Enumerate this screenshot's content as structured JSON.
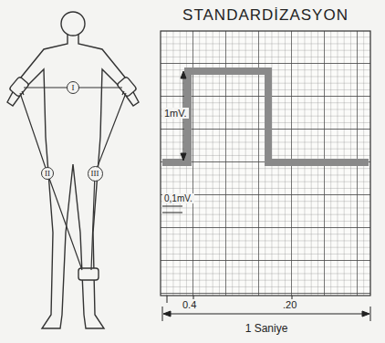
{
  "diagram": {
    "title": "STANDARDİZASYON",
    "nodes": [
      {
        "text": [
          "I"
        ]
      },
      {
        "text": [
          "II"
        ]
      },
      {
        "text": [
          "III"
        ]
      }
    ],
    "labels": [
      "1mV.",
      "0,1mV.",
      "0.4",
      ".20",
      "1 Saniye"
    ]
  }
}
